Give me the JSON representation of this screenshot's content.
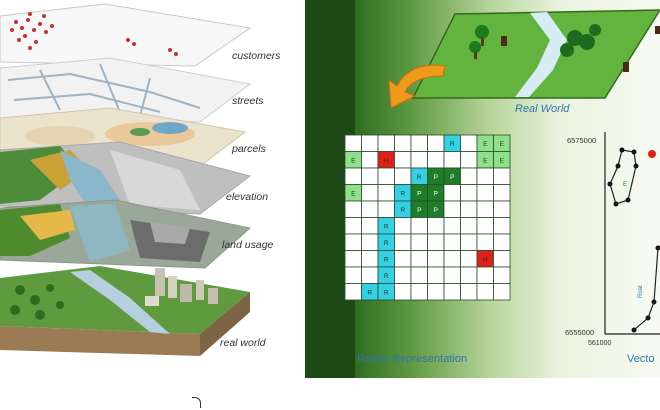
{
  "layers": {
    "customers": "customers",
    "streets": "streets",
    "parcels": "parcels",
    "elevation": "elevation",
    "land_usage": "land usage",
    "real_world": "real world"
  },
  "right": {
    "real_world_caption": "Real World",
    "raster_caption": "Raster Representation",
    "vector_caption": "Vecto",
    "raster_cell_letters": {
      "residential": "R",
      "park": "P",
      "water": "E",
      "house": "H"
    },
    "vector_axis": {
      "y_top": "6575000",
      "y_bottom": "6555000",
      "x_left": "561000",
      "y_label": "Roat"
    }
  },
  "colors": {
    "raster_R": "#33d0e6",
    "raster_P": "#1f7d2a",
    "raster_E": "#8fe08a",
    "raster_H": "#e0201c",
    "caption": "#2f77a8"
  }
}
